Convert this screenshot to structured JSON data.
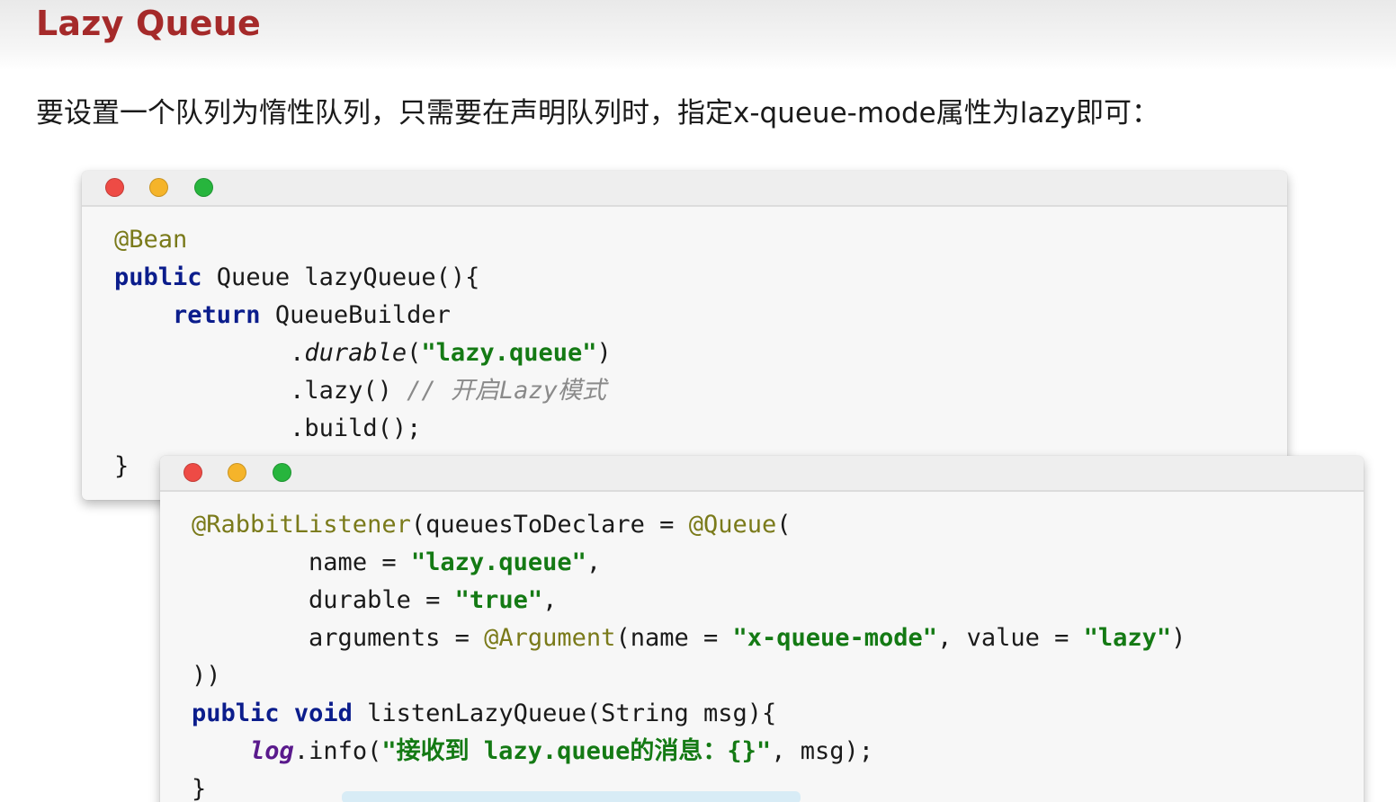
{
  "slide": {
    "title": "Lazy Queue",
    "description": "要设置一个队列为惰性队列，只需要在声明队列时，指定x-queue-mode属性为lazy即可："
  },
  "code_window_1": {
    "lines": [
      {
        "indent": "",
        "parts": [
          {
            "t": "@Bean",
            "c": "ann"
          }
        ]
      },
      {
        "indent": "",
        "parts": [
          {
            "t": "public",
            "c": "kw"
          },
          {
            "t": " Queue lazyQueue(){",
            "c": "plain"
          }
        ]
      },
      {
        "indent": "    ",
        "parts": [
          {
            "t": "return",
            "c": "kw"
          },
          {
            "t": " QueueBuilder",
            "c": "plain"
          }
        ]
      },
      {
        "indent": "            ",
        "parts": [
          {
            "t": ".",
            "c": "plain"
          },
          {
            "t": "durable",
            "c": "it"
          },
          {
            "t": "(",
            "c": "plain"
          },
          {
            "t": "\"lazy.queue\"",
            "c": "str"
          },
          {
            "t": ")",
            "c": "plain"
          }
        ]
      },
      {
        "indent": "            ",
        "parts": [
          {
            "t": ".lazy() ",
            "c": "plain"
          },
          {
            "t": "// 开启Lazy模式",
            "c": "cmt"
          }
        ]
      },
      {
        "indent": "            ",
        "parts": [
          {
            "t": ".build();",
            "c": "plain"
          }
        ]
      },
      {
        "indent": "",
        "parts": [
          {
            "t": "}",
            "c": "plain"
          }
        ]
      }
    ]
  },
  "code_window_2": {
    "lines": [
      {
        "indent": "",
        "parts": [
          {
            "t": "@RabbitListener",
            "c": "ann"
          },
          {
            "t": "(queuesToDeclare = ",
            "c": "plain"
          },
          {
            "t": "@Queue",
            "c": "ann"
          },
          {
            "t": "(",
            "c": "plain"
          }
        ]
      },
      {
        "indent": "        ",
        "parts": [
          {
            "t": "name = ",
            "c": "plain"
          },
          {
            "t": "\"lazy.queue\"",
            "c": "str"
          },
          {
            "t": ",",
            "c": "plain"
          }
        ]
      },
      {
        "indent": "        ",
        "parts": [
          {
            "t": "durable = ",
            "c": "plain"
          },
          {
            "t": "\"true\"",
            "c": "str"
          },
          {
            "t": ",",
            "c": "plain"
          }
        ]
      },
      {
        "indent": "        ",
        "parts": [
          {
            "t": "arguments = ",
            "c": "plain"
          },
          {
            "t": "@Argument",
            "c": "ann"
          },
          {
            "t": "(name = ",
            "c": "plain"
          },
          {
            "t": "\"x-queue-mode\"",
            "c": "str"
          },
          {
            "t": ", value = ",
            "c": "plain"
          },
          {
            "t": "\"lazy\"",
            "c": "str"
          },
          {
            "t": ")",
            "c": "plain"
          }
        ]
      },
      {
        "indent": "",
        "parts": [
          {
            "t": "))",
            "c": "plain"
          }
        ]
      },
      {
        "indent": "",
        "parts": [
          {
            "t": "public",
            "c": "kw"
          },
          {
            "t": " ",
            "c": "plain"
          },
          {
            "t": "void",
            "c": "kw"
          },
          {
            "t": " listenLazyQueue(String msg){",
            "c": "plain"
          }
        ]
      },
      {
        "indent": "    ",
        "parts": [
          {
            "t": "log",
            "c": "fld"
          },
          {
            "t": ".info(",
            "c": "plain"
          },
          {
            "t": "\"接收到 lazy.queue的消息：{}\"",
            "c": "str"
          },
          {
            "t": ", msg);",
            "c": "plain"
          }
        ]
      },
      {
        "indent": "",
        "parts": [
          {
            "t": "}",
            "c": "plain"
          }
        ]
      }
    ]
  },
  "colors": {
    "title": "#a52a2a",
    "keyword": "#0b1d8c",
    "string": "#147a14",
    "annotation": "#7a7a1a",
    "comment": "#8a8a8a",
    "dot_red": "#ee4b45",
    "dot_yellow": "#f5b42a",
    "dot_green": "#27b53d"
  },
  "icons": [
    "close-dot-icon",
    "minimize-dot-icon",
    "maximize-dot-icon"
  ]
}
